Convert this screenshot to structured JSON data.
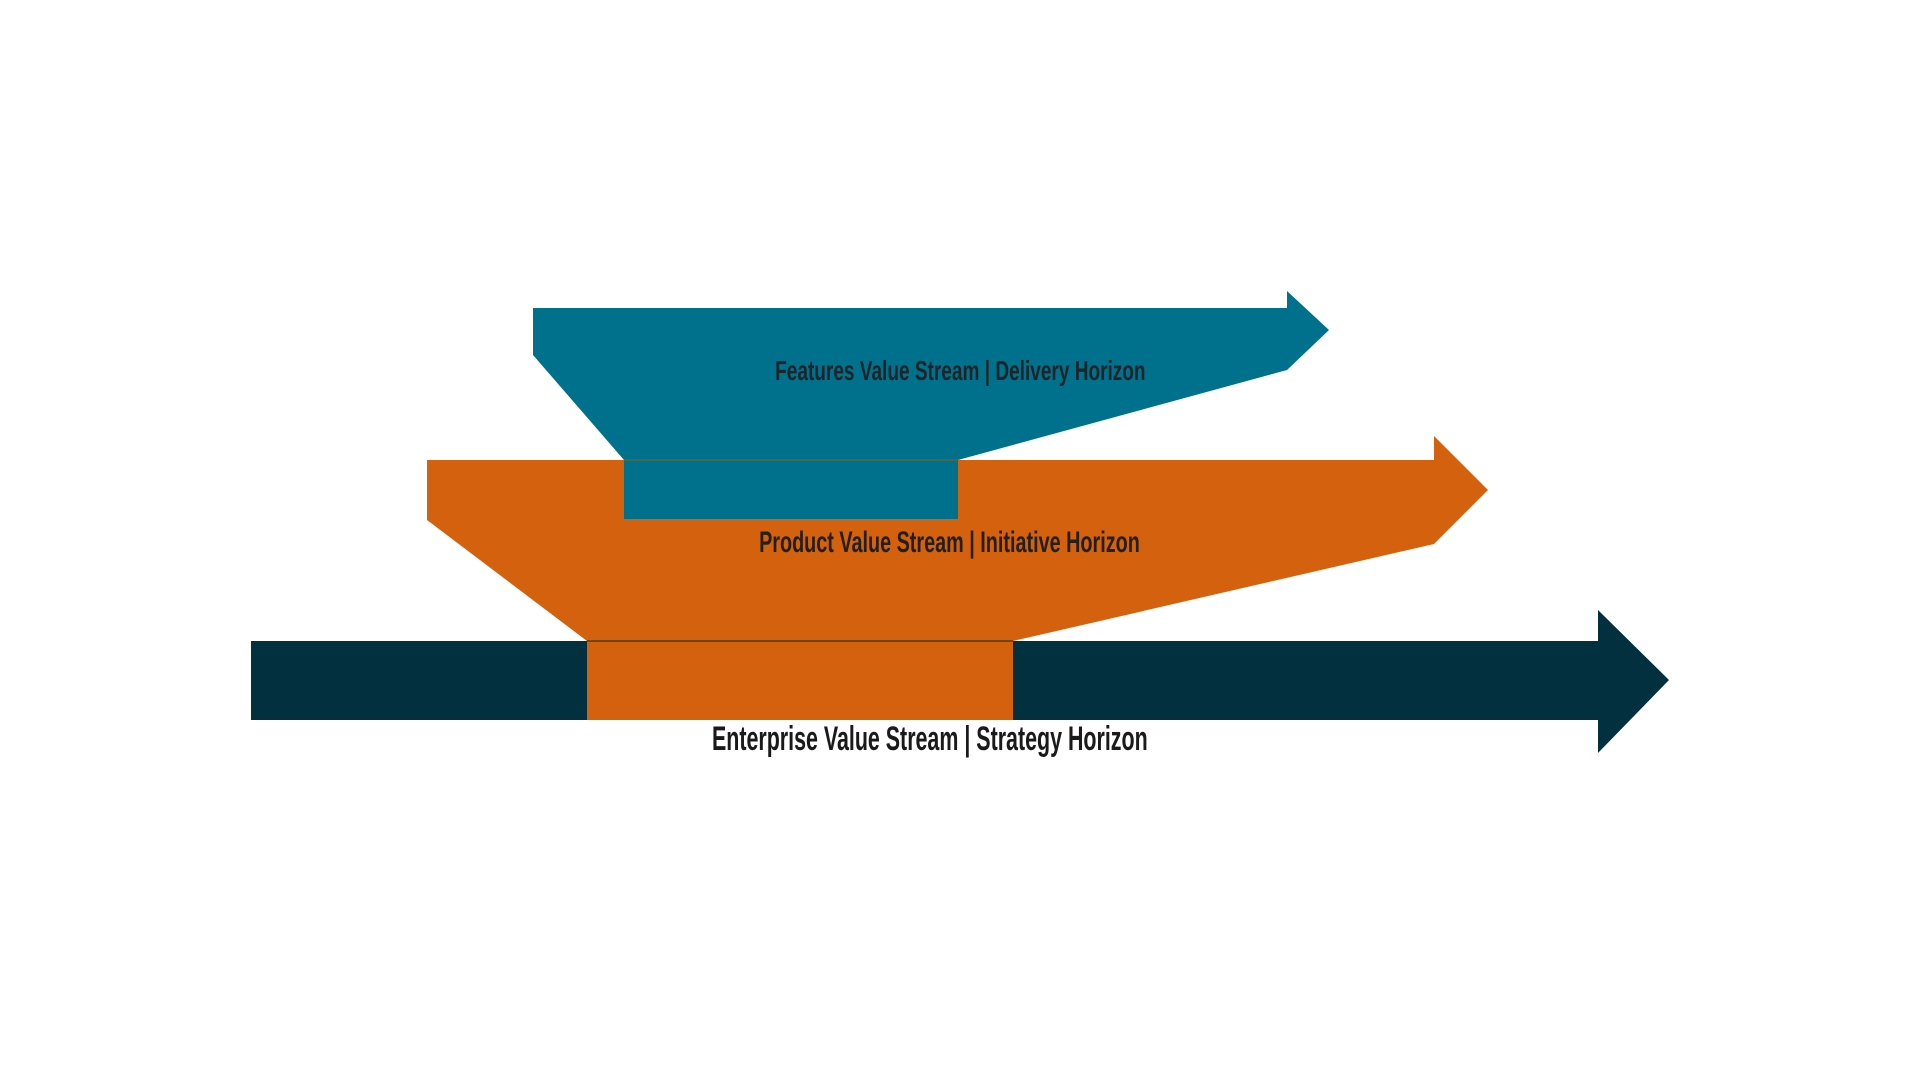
{
  "diagram": {
    "bands": [
      {
        "id": "features",
        "label": "Features Value Stream | Delivery Horizon",
        "fill": "#00718C"
      },
      {
        "id": "product",
        "label": "Product Value Stream | Initiative Horizon",
        "fill": "#D3610D"
      },
      {
        "id": "enterprise",
        "label": "Enterprise Value Stream | Strategy Horizon",
        "fill": "#03303E"
      }
    ],
    "overlap_edge_colors": {
      "product_edge_over_features_rect": "#45684E",
      "enterprise_edge_over_product_rect": "#6E4718"
    }
  }
}
